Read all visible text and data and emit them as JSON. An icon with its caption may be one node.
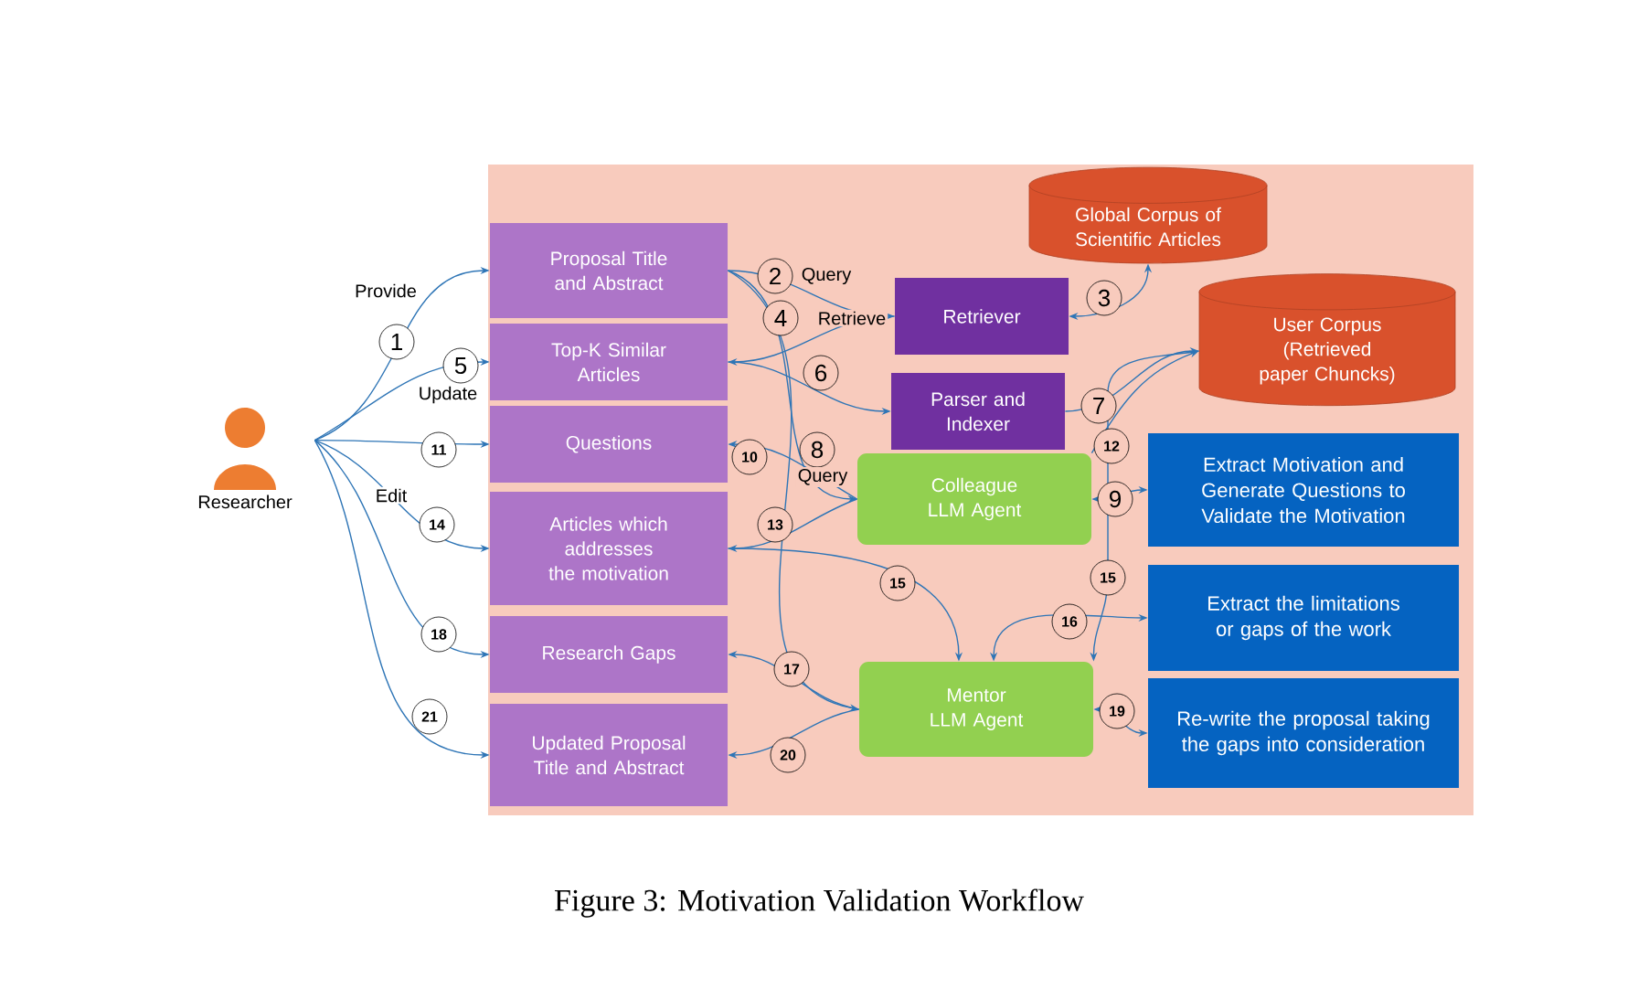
{
  "diagram": {
    "caption": "Figure 3: Motivation Validation Workflow",
    "nodes": [
      {
        "text": [
          "Researcher"
        ]
      },
      {
        "text": [
          "Proposal Title and Abstract"
        ]
      },
      {
        "text": [
          "Top-K Similar Articles"
        ]
      },
      {
        "text": [
          "Questions"
        ]
      },
      {
        "text": [
          "Articles which addresses the motivation"
        ]
      },
      {
        "text": [
          "Research Gaps"
        ]
      },
      {
        "text": [
          "Updated Proposal Title and Abstract"
        ]
      },
      {
        "text": [
          "Retriever"
        ]
      },
      {
        "text": [
          "Parser and Indexer"
        ]
      },
      {
        "text": [
          "Colleague LLM Agent"
        ]
      },
      {
        "text": [
          "Mentor LLM Agent"
        ]
      },
      {
        "text": [
          "Global Corpus of Scientific Articles"
        ]
      },
      {
        "text": [
          "User Corpus (Retrieved paper Chuncks)"
        ]
      },
      {
        "text": [
          "Extract Motivation and Generate Questions to Validate the Motivation"
        ]
      },
      {
        "text": [
          "Extract the limitations or gaps of the work"
        ]
      },
      {
        "text": [
          "Re-write the proposal taking the gaps into consideration"
        ]
      }
    ],
    "edges": [
      {
        "from": 0,
        "to": 1,
        "arrow": "to",
        "label": "1"
      },
      {
        "from": 1,
        "to": 7,
        "arrow": "to",
        "label": "2"
      },
      {
        "from": 7,
        "to": 11,
        "arrow": "both",
        "label": "3"
      },
      {
        "from": 7,
        "to": 2,
        "arrow": "to",
        "label": "4"
      },
      {
        "from": 0,
        "to": 2,
        "arrow": "to",
        "label": "5"
      },
      {
        "from": 2,
        "to": 8,
        "arrow": "to",
        "label": "6"
      },
      {
        "from": 8,
        "to": 12,
        "arrow": "to",
        "label": "7"
      },
      {
        "from": 1,
        "to": 9,
        "arrow": "to",
        "label": "8"
      },
      {
        "from": 9,
        "to": 13,
        "arrow": "both",
        "label": "9"
      },
      {
        "from": 9,
        "to": 3,
        "arrow": "to",
        "label": "10"
      },
      {
        "from": 0,
        "to": 3,
        "arrow": "to",
        "label": "11"
      },
      {
        "from": 9,
        "to": 12,
        "arrow": "to",
        "label": "12"
      },
      {
        "from": 9,
        "to": 4,
        "arrow": "to",
        "label": "13"
      },
      {
        "from": 0,
        "to": 4,
        "arrow": "to",
        "label": "14"
      },
      {
        "from": 4,
        "to": 10,
        "arrow": "to",
        "label": "15"
      },
      {
        "from": 12,
        "to": 10,
        "arrow": "to",
        "label": "15"
      },
      {
        "from": 10,
        "to": 14,
        "arrow": "both",
        "label": "16"
      },
      {
        "from": 10,
        "to": 5,
        "arrow": "to",
        "label": "17"
      },
      {
        "from": 0,
        "to": 5,
        "arrow": "to",
        "label": "18"
      },
      {
        "from": 10,
        "to": 15,
        "arrow": "both",
        "label": "19"
      },
      {
        "from": 10,
        "to": 6,
        "arrow": "to",
        "label": "20"
      },
      {
        "from": 0,
        "to": 6,
        "arrow": "to",
        "label": "21"
      },
      {
        "from": 1,
        "to": 10,
        "arrow": "to"
      }
    ],
    "labels": [
      "Provide",
      "Query",
      "Retrieve",
      "Update",
      "Query",
      "Edit"
    ]
  }
}
